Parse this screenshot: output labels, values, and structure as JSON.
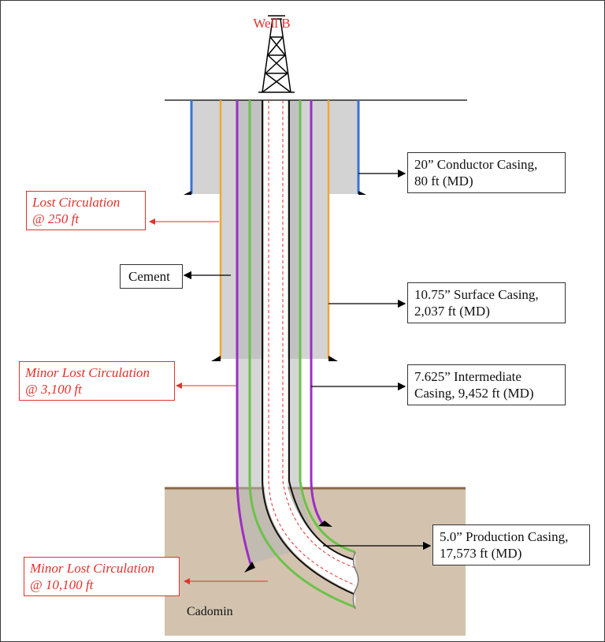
{
  "title": "Well B",
  "formation": "Cadomin",
  "cement_label": "Cement",
  "casings": [
    {
      "line1": "20” Conductor Casing,",
      "line2": "80 ft (MD)",
      "color": "#3a73d6"
    },
    {
      "line1": "10.75” Surface Casing,",
      "line2": "2,037 ft (MD)",
      "color": "#f0a73a"
    },
    {
      "line1": "7.625” Intermediate",
      "line2": "Casing, 9,452 ft (MD)",
      "color": "#9b2fc4"
    },
    {
      "line1": "5.0” Production Casing,",
      "line2": "17,573 ft (MD)",
      "color": "#6cc24a"
    }
  ],
  "lost_circulation": [
    {
      "line1": "Lost Circulation",
      "line2": "@ 250 ft"
    },
    {
      "line1": "Minor Lost Circulation",
      "line2": "@ 3,100 ft"
    },
    {
      "line1": "Minor Lost Circulation",
      "line2": "@ 10,100 ft"
    }
  ],
  "colors": {
    "annotation_red": "#e0322c",
    "cement_gray": "#d3d3d3",
    "formation_tan": "#d3c3ae",
    "formation_top": "#8a6a45"
  }
}
